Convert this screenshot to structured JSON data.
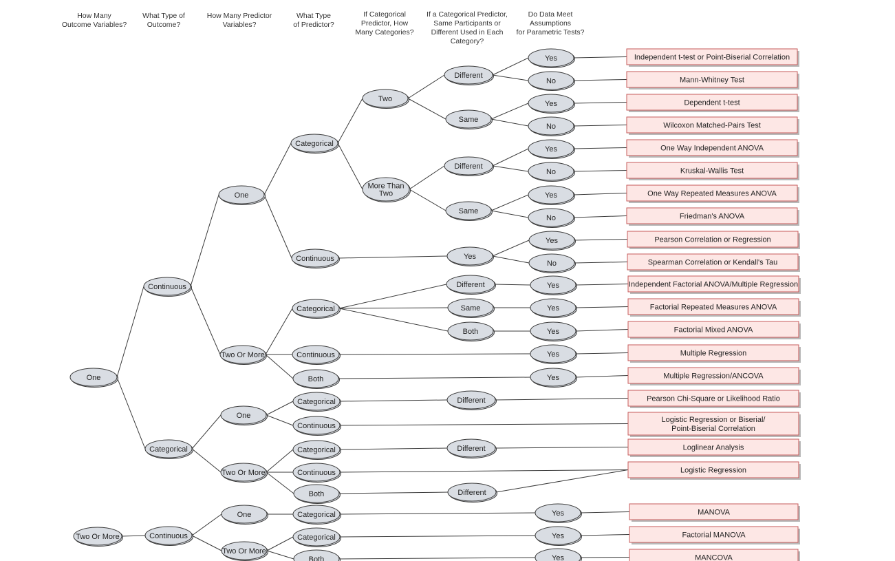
{
  "headers": [
    [
      "How Many",
      "Outcome Variables?"
    ],
    [
      "What Type of",
      "Outcome?"
    ],
    [
      "How Many Predictor",
      "Variables?"
    ],
    [
      "What Type",
      "of Predictor?"
    ],
    [
      "If Categorical",
      "Predictor, How",
      "Many Categories?"
    ],
    [
      "If a Categorical Predictor,",
      "Same Participants or",
      "Different Used in Each",
      "Category?"
    ],
    [
      "Do Data Meet",
      "Assumptions",
      "for Parametric Tests?"
    ]
  ],
  "nodes": [
    {
      "id": "n_one",
      "label": "One"
    },
    {
      "id": "n_cont",
      "label": "Continuous"
    },
    {
      "id": "n_cont_one",
      "label": "One"
    },
    {
      "id": "n_cat_a",
      "label": "Categorical"
    },
    {
      "id": "n_two",
      "label": "Two"
    },
    {
      "id": "n_diff_a",
      "label": "Different"
    },
    {
      "id": "n_yes_1",
      "label": "Yes"
    },
    {
      "id": "n_no_2",
      "label": "No"
    },
    {
      "id": "n_same_a",
      "label": "Same"
    },
    {
      "id": "n_yes_3",
      "label": "Yes"
    },
    {
      "id": "n_no_4",
      "label": "No"
    },
    {
      "id": "n_more",
      "label": "More Than Two"
    },
    {
      "id": "n_diff_b",
      "label": "Different"
    },
    {
      "id": "n_yes_5",
      "label": "Yes"
    },
    {
      "id": "n_no_6",
      "label": "No"
    },
    {
      "id": "n_same_b",
      "label": "Same"
    },
    {
      "id": "n_yes_7",
      "label": "Yes"
    },
    {
      "id": "n_no_8",
      "label": "No"
    },
    {
      "id": "n_contp_a",
      "label": "Continuous"
    },
    {
      "id": "n_yes_cp",
      "label": "Yes"
    },
    {
      "id": "n_yes_9",
      "label": "Yes"
    },
    {
      "id": "n_no_10",
      "label": "No"
    },
    {
      "id": "n_cont_two",
      "label": "Two Or More"
    },
    {
      "id": "n_cat_b",
      "label": "Categorical"
    },
    {
      "id": "n_diff_c",
      "label": "Different"
    },
    {
      "id": "n_yes_11",
      "label": "Yes"
    },
    {
      "id": "n_same_c",
      "label": "Same"
    },
    {
      "id": "n_yes_12",
      "label": "Yes"
    },
    {
      "id": "n_both_c",
      "label": "Both"
    },
    {
      "id": "n_yes_13",
      "label": "Yes"
    },
    {
      "id": "n_contp_b",
      "label": "Continuous"
    },
    {
      "id": "n_yes_14",
      "label": "Yes"
    },
    {
      "id": "n_both_b",
      "label": "Both"
    },
    {
      "id": "n_yes_15",
      "label": "Yes"
    },
    {
      "id": "n_catout",
      "label": "Categorical"
    },
    {
      "id": "n_co_one",
      "label": "One"
    },
    {
      "id": "n_cat_c",
      "label": "Categorical"
    },
    {
      "id": "n_diff_d",
      "label": "Different"
    },
    {
      "id": "n_contp_c",
      "label": "Continuous"
    },
    {
      "id": "n_co_two",
      "label": "Two Or More"
    },
    {
      "id": "n_cat_d",
      "label": "Categorical"
    },
    {
      "id": "n_diff_e",
      "label": "Different"
    },
    {
      "id": "n_contp_d",
      "label": "Continuous"
    },
    {
      "id": "n_both_d",
      "label": "Both"
    },
    {
      "id": "n_diff_f",
      "label": "Different"
    },
    {
      "id": "n_tom",
      "label": "Two Or More"
    },
    {
      "id": "n_cont2",
      "label": "Continuous"
    },
    {
      "id": "n_m_one",
      "label": "One"
    },
    {
      "id": "n_cat_e",
      "label": "Categorical"
    },
    {
      "id": "n_yes_m1",
      "label": "Yes"
    },
    {
      "id": "n_m_two",
      "label": "Two Or More"
    },
    {
      "id": "n_cat_f",
      "label": "Categorical"
    },
    {
      "id": "n_yes_m2",
      "label": "Yes"
    },
    {
      "id": "n_both_e",
      "label": "Both"
    },
    {
      "id": "n_yes_m3",
      "label": "Yes"
    }
  ],
  "results": [
    {
      "id": "r1",
      "lines": [
        "Independent t-test or Point-Biserial Correlation"
      ]
    },
    {
      "id": "r2",
      "lines": [
        "Mann-Whitney Test"
      ]
    },
    {
      "id": "r3",
      "lines": [
        "Dependent t-test"
      ]
    },
    {
      "id": "r4",
      "lines": [
        "Wilcoxon Matched-Pairs Test"
      ]
    },
    {
      "id": "r5",
      "lines": [
        "One Way Independent ANOVA"
      ]
    },
    {
      "id": "r6",
      "lines": [
        "Kruskal-Wallis Test"
      ]
    },
    {
      "id": "r7",
      "lines": [
        "One Way Repeated Measures ANOVA"
      ]
    },
    {
      "id": "r8",
      "lines": [
        "Friedman's ANOVA"
      ]
    },
    {
      "id": "r9",
      "lines": [
        "Pearson Correlation or Regression"
      ]
    },
    {
      "id": "r10",
      "lines": [
        "Spearman Correlation or Kendall's Tau"
      ]
    },
    {
      "id": "r11",
      "lines": [
        "Independent Factorial ANOVA/Multiple Regression"
      ]
    },
    {
      "id": "r12",
      "lines": [
        "Factorial Repeated Measures ANOVA"
      ]
    },
    {
      "id": "r13",
      "lines": [
        "Factorial Mixed ANOVA"
      ]
    },
    {
      "id": "r14",
      "lines": [
        "Multiple Regression"
      ]
    },
    {
      "id": "r15",
      "lines": [
        "Multiple Regression/ANCOVA"
      ]
    },
    {
      "id": "r16",
      "lines": [
        "Pearson Chi-Square or Likelihood Ratio"
      ]
    },
    {
      "id": "r17",
      "lines": [
        "Logistic Regression or Biserial/",
        "Point-Biserial Correlation"
      ]
    },
    {
      "id": "r18",
      "lines": [
        "Loglinear Analysis"
      ]
    },
    {
      "id": "r19",
      "lines": [
        "Logistic Regression"
      ]
    },
    {
      "id": "r20",
      "lines": [
        "MANOVA"
      ]
    },
    {
      "id": "r21",
      "lines": [
        "Factorial MANOVA"
      ]
    },
    {
      "id": "r22",
      "lines": [
        "MANCOVA"
      ]
    }
  ]
}
